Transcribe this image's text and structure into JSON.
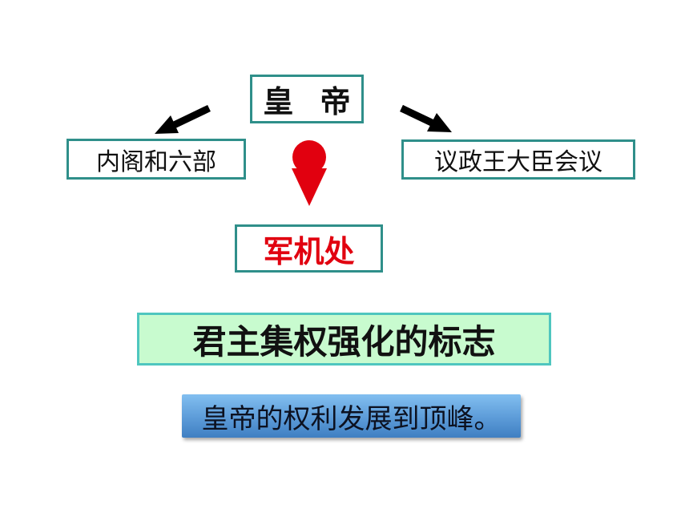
{
  "diagram": {
    "emperor": "皇 帝",
    "cabinet": "内阁和六部",
    "council": "议政王大臣会议",
    "grand_council": "军机处",
    "conclusion": "君主集权强化的标志",
    "summary": "皇帝的权利发展到顶峰。"
  },
  "colors": {
    "box_border": "#2f8f8a",
    "grand_council_text": "#e1000f",
    "red_arrow": "#e1000f",
    "conclusion_fill": "#c8fbcf",
    "summary_fill": "#5c9bd8"
  },
  "icons": [
    "arrow-left-down-icon",
    "arrow-right-down-icon",
    "red-down-arrow-icon"
  ]
}
